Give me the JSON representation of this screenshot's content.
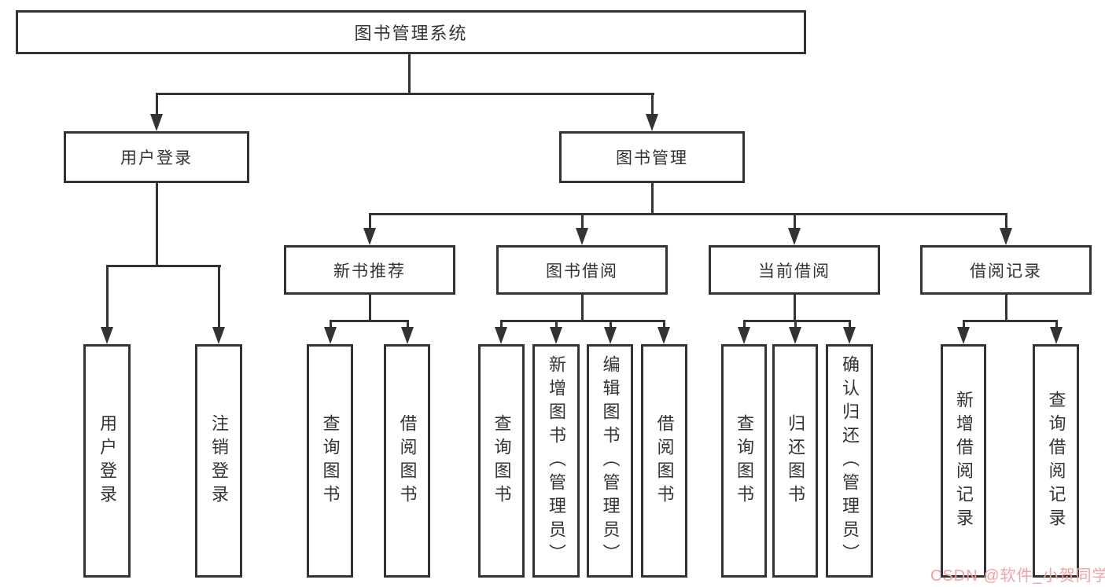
{
  "tree": {
    "root": "图书管理系统",
    "user_login": {
      "label": "用户登录",
      "children": [
        "用户登录",
        "注销登录"
      ]
    },
    "book_management": {
      "label": "图书管理",
      "groups": [
        {
          "label": "新书推荐",
          "children": [
            "查询图书",
            "借阅图书"
          ]
        },
        {
          "label": "图书借阅",
          "children": [
            "查询图书",
            "新增图书（管理员）",
            "编辑图书（管理员）",
            "借阅图书"
          ]
        },
        {
          "label": "当前借阅",
          "children": [
            "查询图书",
            "归还图书",
            "确认归还（管理员）"
          ]
        },
        {
          "label": "借阅记录",
          "children": [
            "新增借阅记录",
            "查询借阅记录"
          ]
        }
      ]
    }
  },
  "watermark": {
    "text": "CSDN @软件_小贺同学",
    "color": "#f2a2a2"
  },
  "colors": {
    "line": "#333333",
    "text": "#333333",
    "background": "#ffffff"
  }
}
